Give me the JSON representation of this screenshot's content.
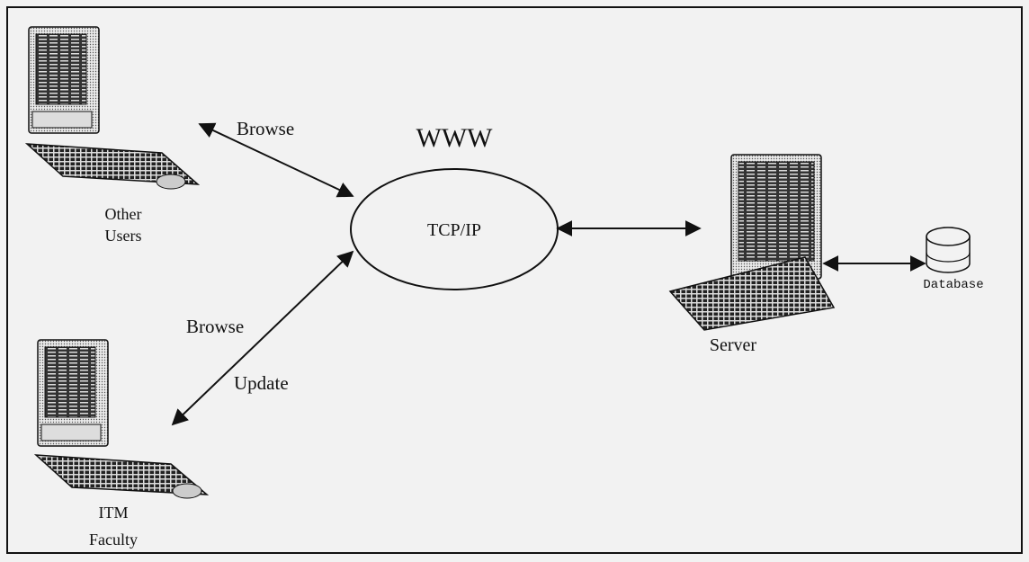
{
  "cloud": {
    "title": "WWW",
    "label": "TCP/IP"
  },
  "nodes": {
    "other_users": [
      "Other",
      "Users"
    ],
    "itm_faculty": [
      "ITM",
      "Faculty"
    ],
    "server": "Server",
    "database": "Database"
  },
  "edges": {
    "other_users_link": "Browse",
    "faculty_link_browse": "Browse",
    "faculty_link_update": "Update"
  },
  "colors": {
    "ink": "#111111",
    "background": "#f2f2f2"
  }
}
